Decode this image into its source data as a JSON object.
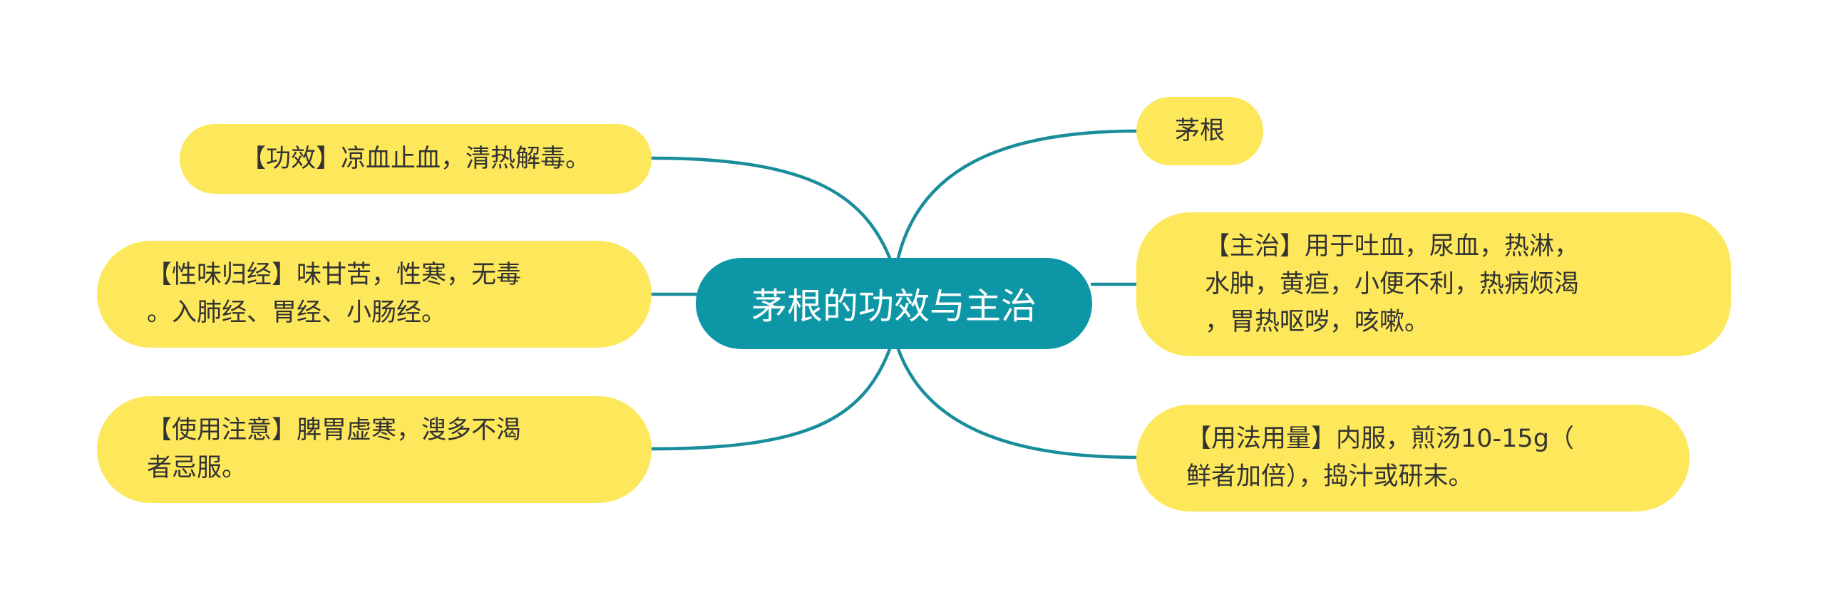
{
  "title": "茅根的功效与主治",
  "colors": {
    "center_fill": "#0d97a6",
    "node_fill": "#fde75a",
    "connector": "#1a8d9c",
    "node_text": "#333333",
    "center_text": "#ffffff"
  },
  "branches": {
    "gongxiao": "【功效】凉血止血，清热解毒。",
    "xingwei": "【性味归经】味甘苦，性寒，无毒\n。入肺经、胃经、小肠经。",
    "zhuyi": "【使用注意】脾胃虚寒，溲多不渴\n者忌服。",
    "maogen": "茅根",
    "zhuzhi": "【主治】用于吐血，尿血，热淋，\n水肿，黄疸，小便不利，热病烦渴\n，胃热呕哕，咳嗽。",
    "yongfa": "【用法用量】内服，煎汤10-15g（\n鲜者加倍），捣汁或研末。"
  }
}
